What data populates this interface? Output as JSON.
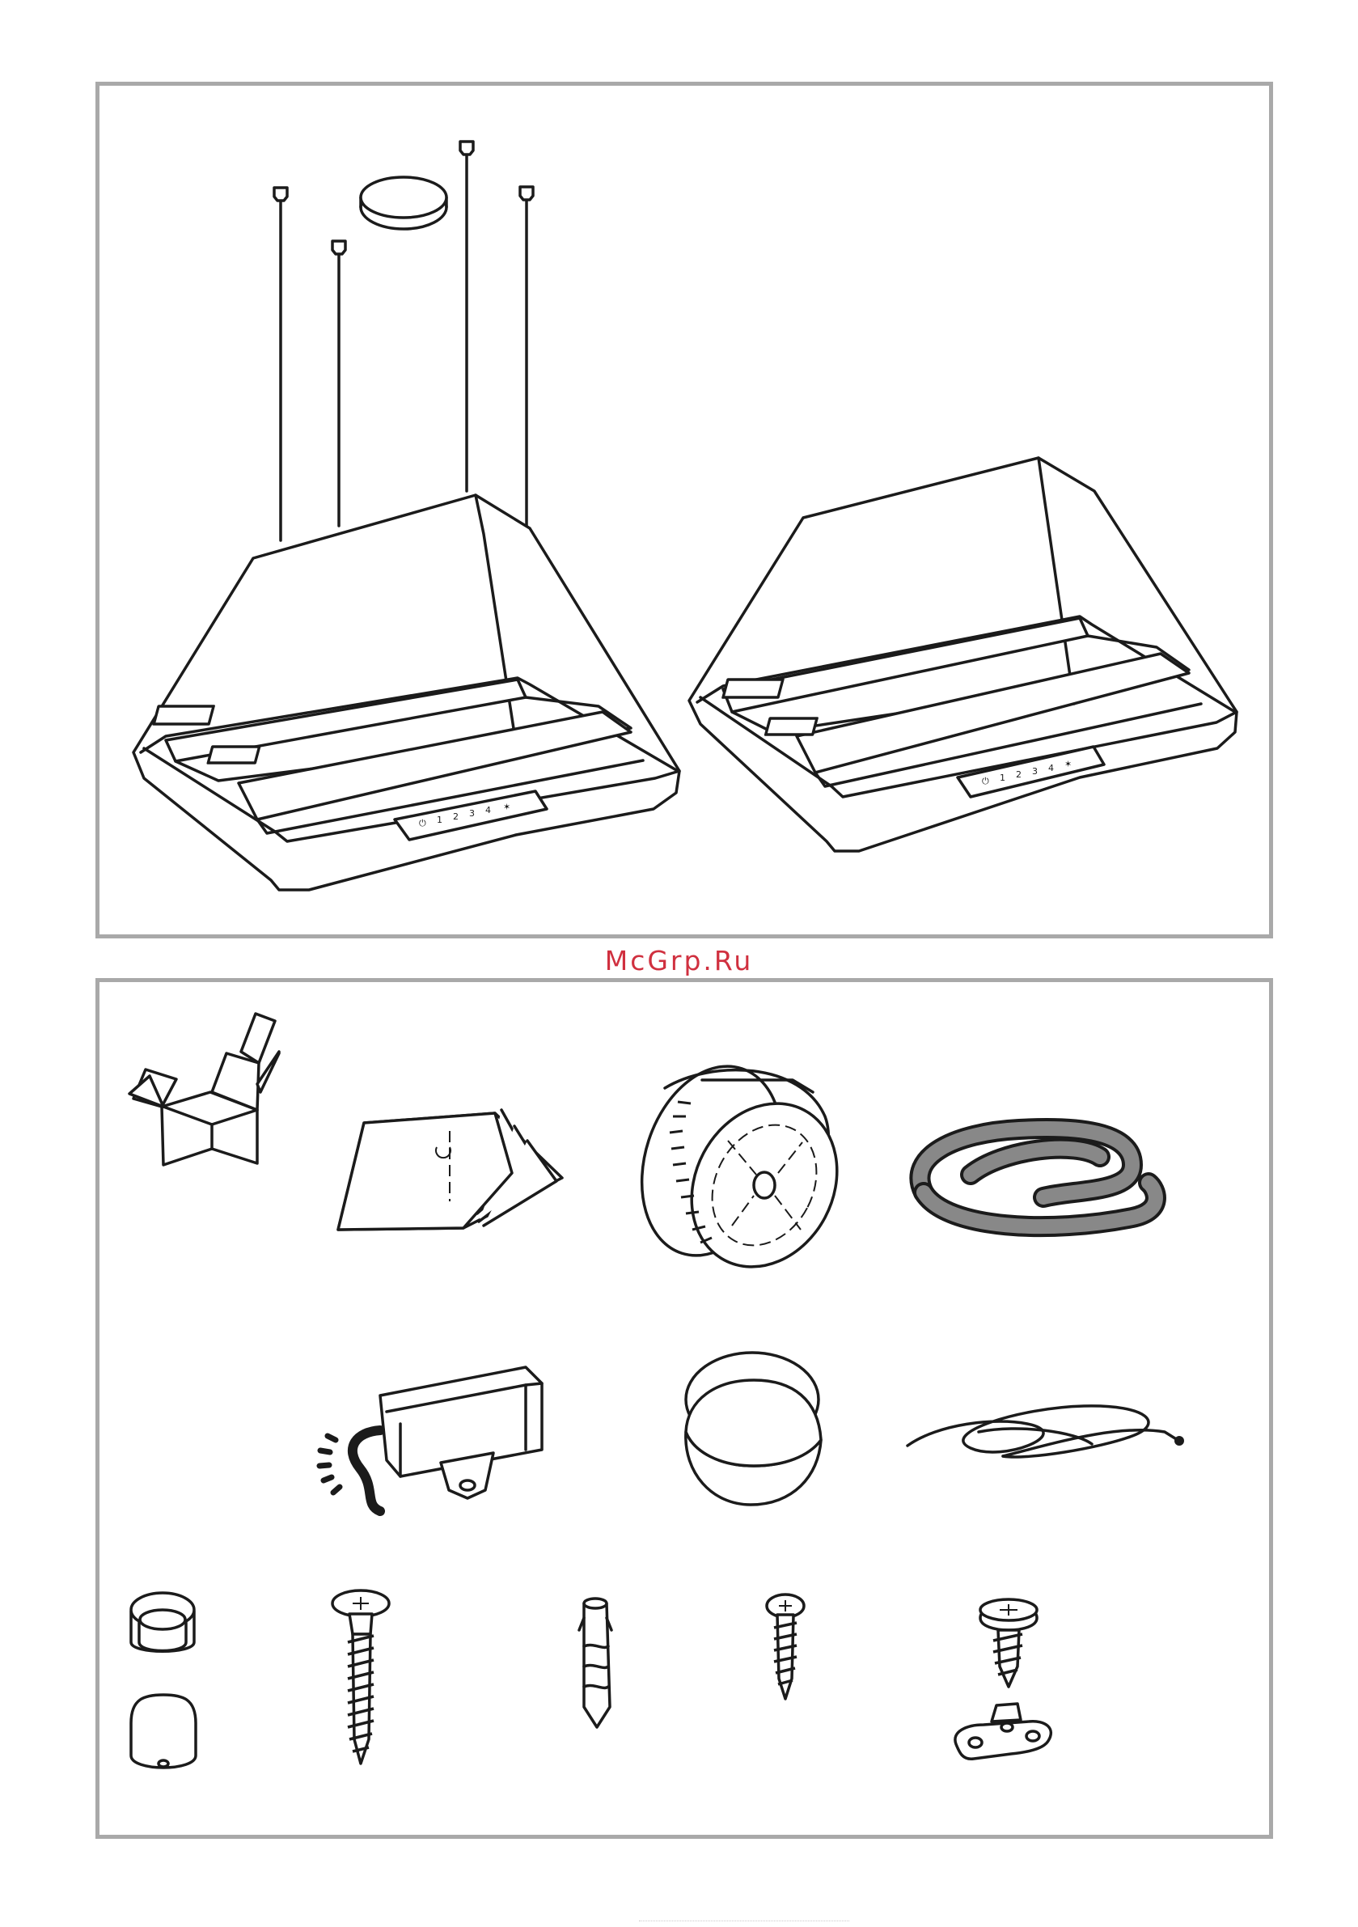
{
  "watermark": "McGrp.Ru",
  "hood_panel": {
    "items": [
      {
        "name": "island-hood-with-cables"
      },
      {
        "name": "island-hood"
      }
    ],
    "control_labels": [
      "⏻",
      "1",
      "2",
      "3",
      "4",
      "✶"
    ]
  },
  "accessories_panel": {
    "items": [
      "box-icon",
      "manual-icon",
      "carbon-filter-icon",
      "flexible-hose-icon",
      "junction-box-icon",
      "ceiling-cover-icon",
      "steel-cable-icon",
      "bushing-icon",
      "cap-icon",
      "long-screw-icon",
      "wall-plug-icon",
      "short-screw-icon",
      "cross-screw-icon",
      "clip-icon"
    ]
  },
  "colors": {
    "border": "#a9a9a9",
    "watermark": "#d0303f",
    "line": "#1b1b1b"
  }
}
